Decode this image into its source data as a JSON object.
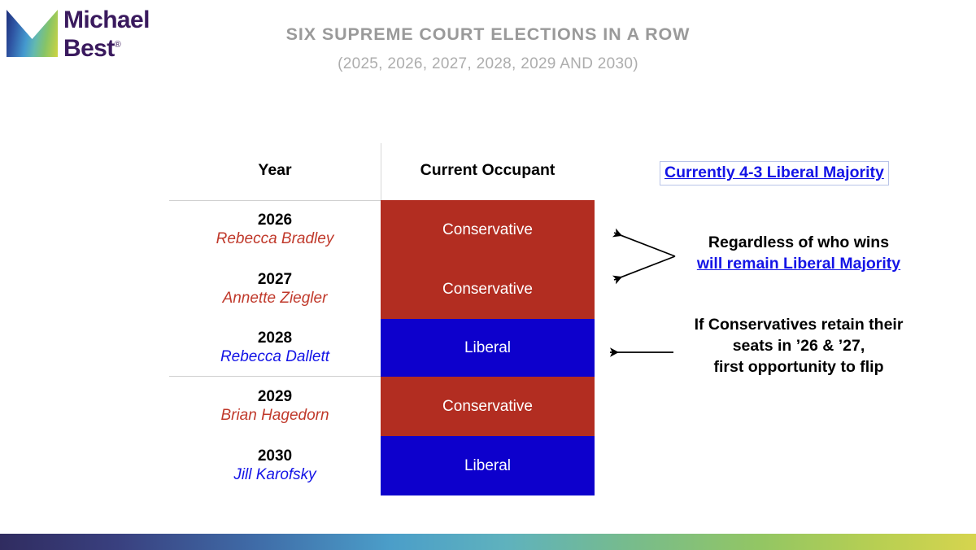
{
  "brand": {
    "logo_line1": "Michael",
    "logo_line2": "Best",
    "logo_registered": "®",
    "logo_text_color": "#3a1a5e"
  },
  "header": {
    "title": "SIX SUPREME COURT ELECTIONS IN A ROW",
    "subtitle": "(2025, 2026, 2027, 2028, 2029 AND 2030)",
    "title_color": "#9a9a9a",
    "subtitle_color": "#adadad"
  },
  "table": {
    "columns": [
      "Year",
      "Current Occupant"
    ],
    "rows": [
      {
        "year": "2026",
        "justice": "Rebecca Bradley",
        "occupant": "Conservative",
        "party": "conservative"
      },
      {
        "year": "2027",
        "justice": "Annette Ziegler",
        "occupant": "Conservative",
        "party": "conservative"
      },
      {
        "year": "2028",
        "justice": "Rebecca Dallett",
        "occupant": "Liberal",
        "party": "liberal"
      },
      {
        "year": "2029",
        "justice": "Brian Hagedorn",
        "occupant": "Conservative",
        "party": "conservative"
      },
      {
        "year": "2030",
        "justice": "Jill Karofsky",
        "occupant": "Liberal",
        "party": "liberal"
      }
    ]
  },
  "annotations": {
    "currently": "Currently 4-3 Liberal Majority",
    "regardless_line1": "Regardless of who wins",
    "regardless_line2": "will remain Liberal Majority",
    "retain_line1": "If Conservatives retain their",
    "retain_line2": "seats in ’26 & ’27,",
    "retain_line3": "first opportunity to flip"
  },
  "colors": {
    "conservative": "#b22d21",
    "liberal": "#0d00cc",
    "conservative_text": "#c0392b",
    "liberal_text": "#1414e6",
    "arrow": "#000000"
  }
}
